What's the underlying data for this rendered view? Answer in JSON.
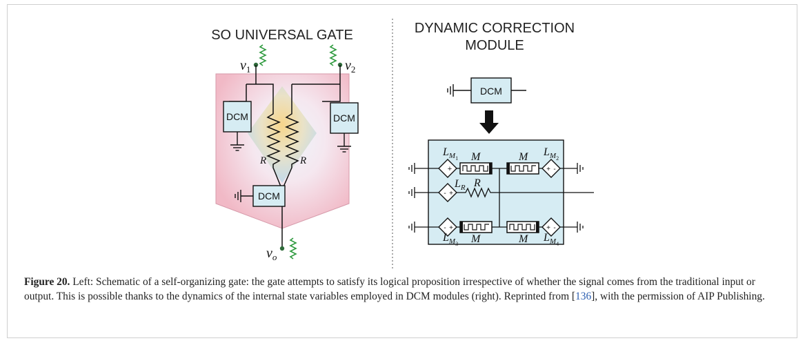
{
  "figure": {
    "left_title": "SO UNIVERSAL GATE",
    "right_title_line1": "DYNAMIC CORRECTION",
    "right_title_line2": "MODULE",
    "dcm_label": "DCM",
    "v1_var": "v",
    "v1_sub": "1",
    "v2_var": "v",
    "v2_sub": "2",
    "vo_var": "v",
    "vo_sub": "o",
    "r_label": "R",
    "m_label": "M",
    "l_var": "L",
    "lm1_sub1": "M",
    "lm1_sub2": "1",
    "lm2_sub1": "M",
    "lm2_sub2": "2",
    "lm3_sub1": "M",
    "lm3_sub2": "3",
    "lm4_sub1": "M",
    "lm4_sub2": "4",
    "lr_sub": "R",
    "plus": "+",
    "minus": "-"
  },
  "caption": {
    "label": "Figure 20.",
    "text_before_cite": " Left: Schematic of a self-organizing gate: the gate attempts to satisfy its logical proposition irrespective of whether the signal comes from the traditional input or output. This is possible thanks to the dynamics of the internal state variables employed in DCM modules (right). Reprinted from [",
    "cite": "136",
    "text_after_cite": "], with the permission of AIP Publishing."
  },
  "colors": {
    "wire": "#111111",
    "spring": "#2e9a3e",
    "box_fill": "#d6ecf3",
    "cite": "#2a5db0"
  }
}
